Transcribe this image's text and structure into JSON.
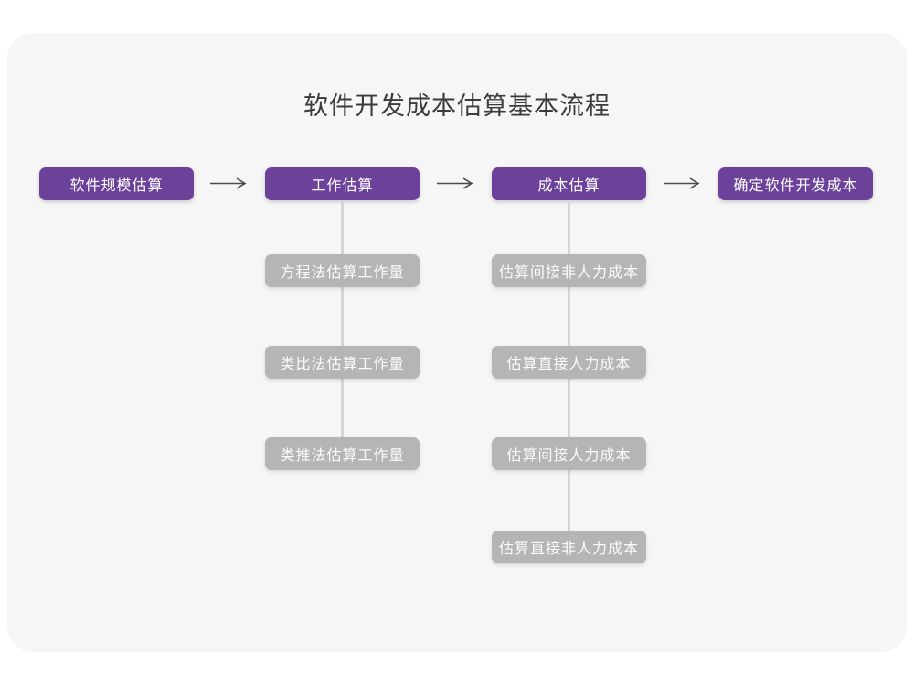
{
  "title": "软件开发成本估算基本流程",
  "colors": {
    "page_bg": "#ffffff",
    "card_bg": "#f6f6f7",
    "primary_node": "#6b4199",
    "secondary_node": "#b5b5b5",
    "node_text": "#ffffff",
    "title_text": "#3b3b3b",
    "arrow": "#4a4a4a",
    "connector": "#d6d6d6"
  },
  "flow": {
    "stages": [
      {
        "label": "软件规模估算",
        "substeps": []
      },
      {
        "label": "工作估算",
        "substeps": [
          "方程法估算工作量",
          "类比法估算工作量",
          "类推法估算工作量"
        ]
      },
      {
        "label": "成本估算",
        "substeps": [
          "估算间接非人力成本",
          "估算直接人力成本",
          "估算间接人力成本",
          "估算直接非人力成本"
        ]
      },
      {
        "label": "确定软件开发成本",
        "substeps": []
      }
    ]
  }
}
